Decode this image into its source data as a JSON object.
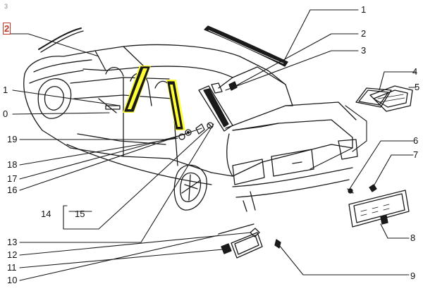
{
  "diagram": {
    "corner_mark": "3",
    "page_marker": "2",
    "highlight_color": "#ffff33",
    "callouts_right": [
      "1",
      "2",
      "3",
      "4",
      "5",
      "6",
      "7",
      "8",
      "9"
    ],
    "callouts_left": [
      "1",
      "0",
      "19",
      "18",
      "17",
      "16",
      "14",
      "15",
      "13",
      "12",
      "11",
      "10"
    ]
  }
}
